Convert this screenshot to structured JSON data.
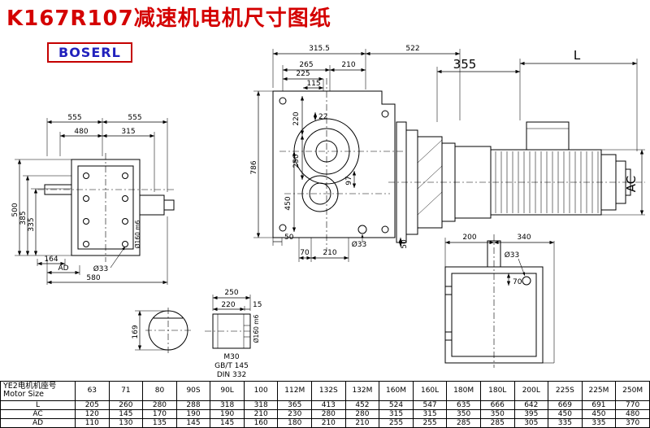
{
  "page": {
    "title": "K167R107减速机电机尺寸图纸",
    "logo": "BOSERL"
  },
  "drawing": {
    "left_view": {
      "dim_top_left": "555",
      "dim_top_right": "555",
      "dim_480": "480",
      "dim_315": "315",
      "dim_500": "500",
      "dim_385": "385",
      "dim_335": "335",
      "dim_164": "164",
      "dim_ad": "AD",
      "dim_580": "580",
      "dim_hole": "Ø33",
      "dim_shaft": "Ø160 m6"
    },
    "front_view": {
      "dim_315_5": "315.5",
      "dim_522": "522",
      "dim_265": "265",
      "dim_210_top": "210",
      "dim_225": "225",
      "dim_115": "115",
      "dim_786": "786",
      "dim_220": "220",
      "dim_22": "22",
      "dim_250": "250",
      "dim_450": "450",
      "dim_97": "97",
      "dim_50_left": "50",
      "dim_hole": "Ø33",
      "dim_70": "70",
      "dim_210_bottom": "210",
      "dim_50_right": "50"
    },
    "motor": {
      "dim_355": "355",
      "dim_l": "L",
      "dim_ac": "AC"
    },
    "shaft_detail": {
      "dim_250": "250",
      "dim_220": "220",
      "dim_15": "15",
      "dim_169": "169",
      "thread": "M30",
      "standard1": "GB/T 145",
      "standard2": "DIN 332",
      "dim_shaft": "Ø160 m6"
    },
    "output_flange": {
      "dim_200": "200",
      "dim_340": "340",
      "dim_hole": "Ø33",
      "dim_70": "70"
    }
  },
  "table": {
    "header_cn": "YE2电机机座号",
    "header_en": "Motor Size",
    "columns": [
      "63",
      "71",
      "80",
      "90S",
      "90L",
      "100",
      "112M",
      "132S",
      "132M",
      "160M",
      "160L",
      "180M",
      "180L",
      "200L",
      "225S",
      "225M",
      "250M"
    ],
    "rows": [
      {
        "label": "L",
        "values": [
          "205",
          "260",
          "280",
          "288",
          "318",
          "318",
          "365",
          "413",
          "452",
          "524",
          "547",
          "635",
          "666",
          "642",
          "669",
          "691",
          "770"
        ]
      },
      {
        "label": "AC",
        "values": [
          "120",
          "145",
          "170",
          "190",
          "190",
          "210",
          "230",
          "280",
          "280",
          "315",
          "315",
          "350",
          "350",
          "395",
          "450",
          "450",
          "480"
        ]
      },
      {
        "label": "AD",
        "values": [
          "110",
          "130",
          "135",
          "145",
          "145",
          "160",
          "180",
          "210",
          "210",
          "255",
          "255",
          "285",
          "285",
          "305",
          "335",
          "335",
          "370"
        ]
      }
    ]
  }
}
